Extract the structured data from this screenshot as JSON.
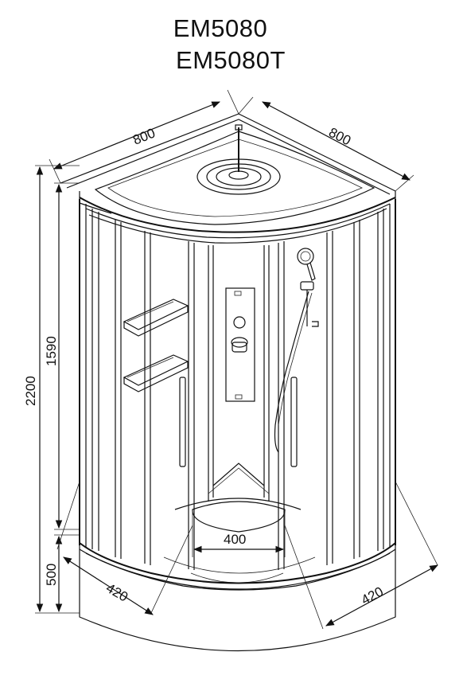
{
  "header": {
    "model_1": "EM5080",
    "model_2": "EM5080T"
  },
  "dimensions": {
    "top_left_width": "800",
    "top_right_width": "800",
    "total_height": "2200",
    "cabin_height": "1590",
    "tray_height": "500",
    "tray_left_depth": "420",
    "tray_right_depth": "420",
    "seat_width": "400"
  }
}
